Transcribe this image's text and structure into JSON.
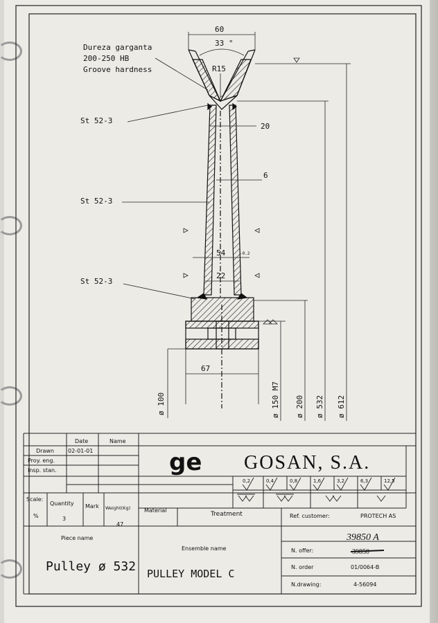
{
  "drawing": {
    "dim_top_width": "60",
    "dim_angle": "33 °",
    "dim_radius": "R15",
    "dim_rim": "20",
    "dim_web": "6",
    "dim_hub_width": "54",
    "dim_hub_tol": "-0.2",
    "dim_inner": "22",
    "dim_bore_length": "67",
    "dim_d100": "ø 100",
    "dim_d150": "ø 150 M7",
    "dim_d200": "ø 200",
    "dim_d532": "ø 532",
    "dim_d612": "ø 612",
    "note_line1": "Dureza garganta",
    "note_line2": "200-250 HB",
    "note_line3": "Groove hardness",
    "material_1": "St 52-3",
    "material_2": "St 52-3",
    "material_3": "St 52-3"
  },
  "titleblock": {
    "date_header": "Date",
    "name_header": "Name",
    "drawn_label": "Drawn",
    "drawn_date": "02-01-01",
    "proy_label": "Proy. eng.",
    "insp_label": "Insp. stan.",
    "company": "GOSAN, S.A.",
    "logo": "ge",
    "roughness": [
      "0,2",
      "0,4",
      "0,8",
      "1,6",
      "3,2",
      "6,3",
      "12,5"
    ],
    "scale_label": "Scale:",
    "scale_value": "%",
    "quantity_label": "Quantity",
    "quantity_value": "3",
    "mark_label": "Mark",
    "weight_label": "Weight(Kg)",
    "weight_value": "47",
    "material_label": "Material",
    "treatment_label": "Treatment",
    "ref_customer_label": "Ref. customer:",
    "ref_customer_value": "PROTECH AS",
    "handwritten": "39850 A",
    "piece_name_label": "Piece name",
    "piece_name_value": "Pulley ø 532",
    "ensemble_label": "Ensemble name",
    "ensemble_value": "PULLEY MODEL C",
    "offer_label": "N. offer:",
    "offer_value": "39850",
    "order_label": "N. order",
    "order_value": "01/0064-B",
    "drawing_label": "N.drawing:",
    "drawing_value": "4-56094"
  }
}
